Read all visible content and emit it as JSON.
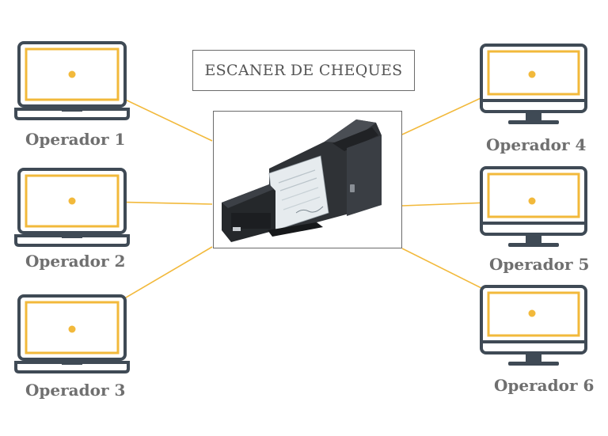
{
  "title": "ESCANER DE CHEQUES",
  "scanner": {
    "icon": "check-scanner-icon"
  },
  "colors": {
    "accent": "#f2b93b",
    "device": "#3f4a55",
    "label": "#6f6f6f"
  },
  "operators": [
    {
      "label": "Operador 1",
      "device": "laptop"
    },
    {
      "label": "Operador 2",
      "device": "laptop"
    },
    {
      "label": "Operador 3",
      "device": "laptop"
    },
    {
      "label": "Operador 4",
      "device": "monitor"
    },
    {
      "label": "Operador 5",
      "device": "monitor"
    },
    {
      "label": "Operador 6",
      "device": "monitor"
    }
  ]
}
